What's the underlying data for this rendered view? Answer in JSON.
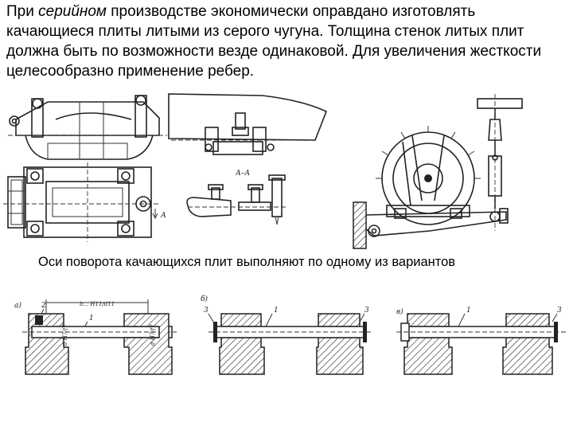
{
  "intro": {
    "part1": "При ",
    "emph": "серийном",
    "part2": " производстве экономически оправдано изготовлять качающиеся плиты литыми из серого чугуна. Толщина стенок литых плит должна быть по возможности везде одинаковой. Для увеличения жесткости целесообразно применение ребер."
  },
  "caption": "Оси поворота качающихся плит выполняют по одному из вариантов",
  "fig_top": {
    "section_label": "А–А",
    "arrow_label": "А"
  },
  "fig_bottom": {
    "a": {
      "variant": "а)",
      "callout_2": "2",
      "callout_1": "1",
      "dim_top": "b... H11/d11",
      "fit_left": "d H7/f7",
      "fit_right": "d H7/f7"
    },
    "b": {
      "variant": "б)",
      "callout_3a": "3",
      "callout_1": "1",
      "callout_3b": "3"
    },
    "c": {
      "variant": "в)",
      "callout_1": "1",
      "callout_3": "3"
    }
  }
}
